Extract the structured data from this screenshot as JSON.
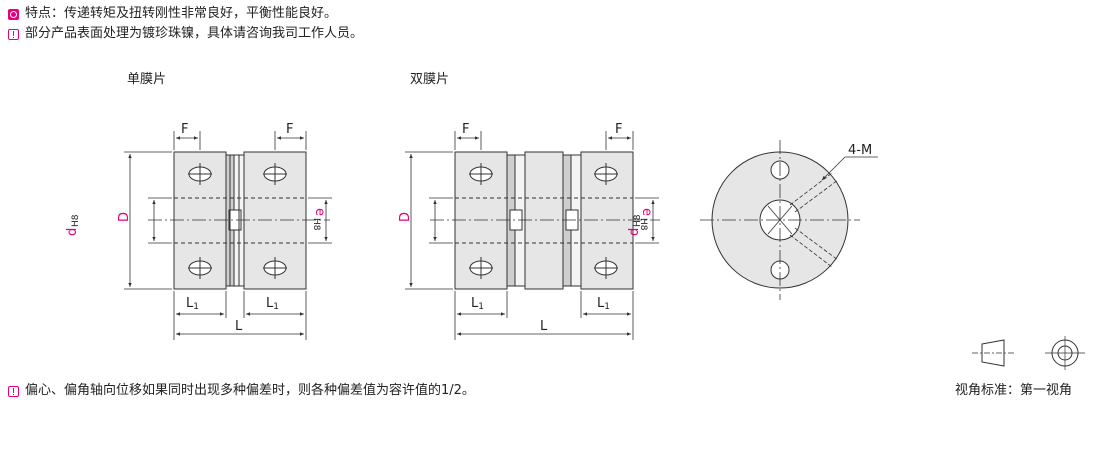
{
  "notes": {
    "feature": "特点：传递转矩及扭转刚性非常良好，平衡性能良好。",
    "plating": "部分产品表面处理为镀珍珠镍，具体请咨询我司工作人员。",
    "tolerance": "偏心、偏角轴向位移如果同时出现多种偏差时，则各种偏差值为容许值的1/2。"
  },
  "captions": {
    "single": "单膜片",
    "double": "双膜片"
  },
  "dims": {
    "F": "F",
    "D": "D",
    "d": "d",
    "e": "e",
    "H8": "H8",
    "L": "L",
    "L1_main": "L",
    "L1_sub": "1",
    "holes": "4-M"
  },
  "projection": {
    "label": "视角标准：第一视角"
  },
  "colors": {
    "accent": "#e4007f",
    "line": "#333333",
    "body_fill": "#e6e6e6"
  }
}
